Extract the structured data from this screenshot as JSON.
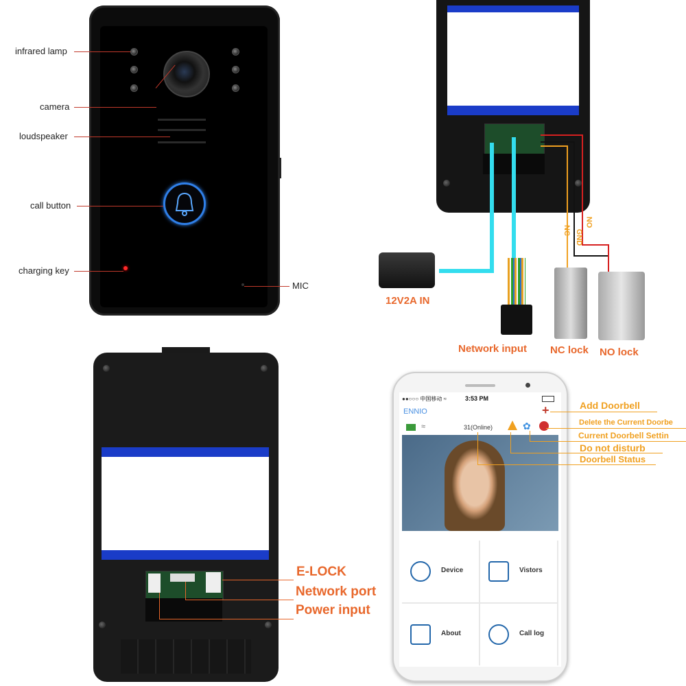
{
  "front_panel": {
    "labels": {
      "infrared_lamp": "infrared lamp",
      "camera": "camera",
      "loudspeaker": "loudspeaker",
      "call_button": "call button",
      "charging_key": "charging key",
      "mic": "MIC"
    }
  },
  "wiring": {
    "power": "12V2A IN",
    "network_input": "Network input",
    "nc_lock": "NC lock",
    "no_lock": "NO lock",
    "wire_nc": "NC",
    "wire_gnd": "GND",
    "wire_no": "NO"
  },
  "back_panel": {
    "e_lock": "E-LOCK",
    "network_port": "Network port",
    "power_input": "Power input"
  },
  "phone": {
    "carrier": "●●○○○ 中国移动 ≈",
    "time": "3:53 PM",
    "app_name": "ENNIO",
    "device_status": "31(Online)",
    "tiles": {
      "device": "Device",
      "visitors": "Vistors",
      "about": "About",
      "call_log": "Call log"
    },
    "callouts": {
      "add_doorbell": "Add Doorbell",
      "delete_doorbell": "Delete the Current Doorbe",
      "current_setting": "Current Doorbell Settin",
      "do_not_disturb": "Do not disturb",
      "doorbell_status": "Doorbell Status"
    }
  },
  "colors": {
    "accent_orange": "#e8672b",
    "callout_gold": "#f0a020",
    "screen_blue": "#1a3cc8",
    "cable_cyan": "#33ddee"
  }
}
